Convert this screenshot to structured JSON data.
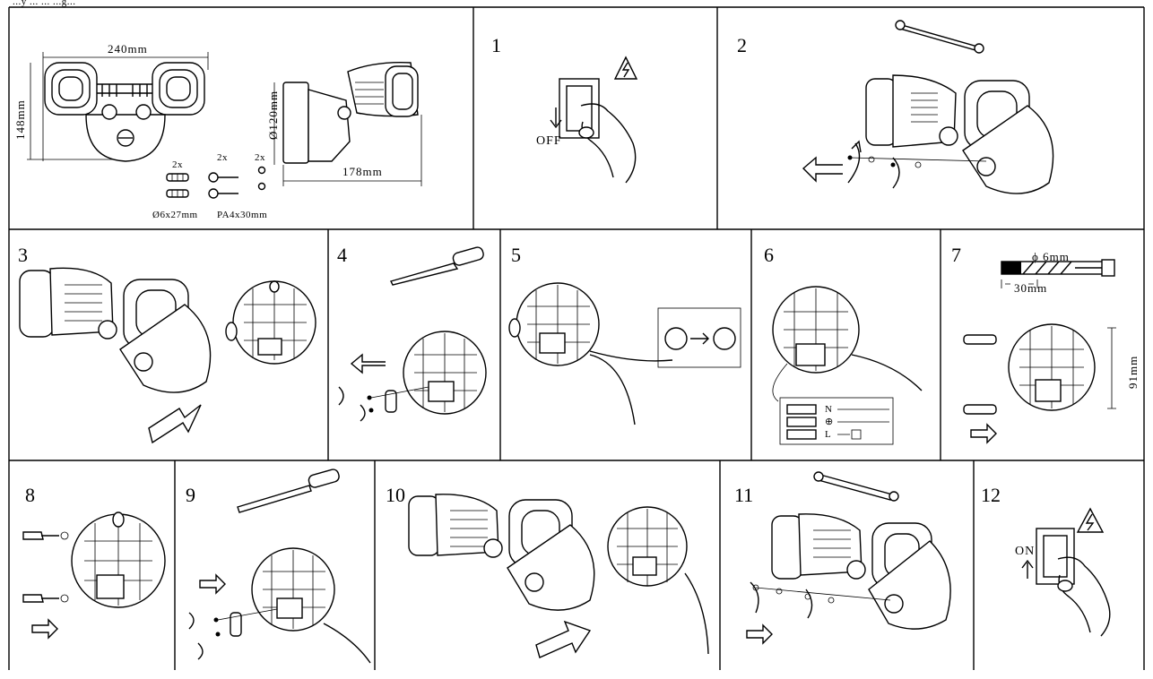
{
  "header_fragment": "...y ... ... ...g...",
  "steps": [
    "1",
    "2",
    "3",
    "4",
    "5",
    "6",
    "7",
    "8",
    "9",
    "10",
    "11",
    "12"
  ],
  "dimensions": {
    "width": "240mm",
    "height": "148mm",
    "diameter": "Ø120mm",
    "depth": "178mm",
    "qty_a": "2x",
    "qty_b": "2x",
    "qty_c": "2x",
    "anchor": "Ø6x27mm",
    "screw": "PA4x30mm"
  },
  "switch_off": "OFF",
  "switch_on": "ON",
  "drill_diameter": "ϕ 6mm",
  "drill_depth": "30mm",
  "hole_spacing": "91mm",
  "terminal_labels": [
    "N",
    "⊕",
    "L"
  ]
}
